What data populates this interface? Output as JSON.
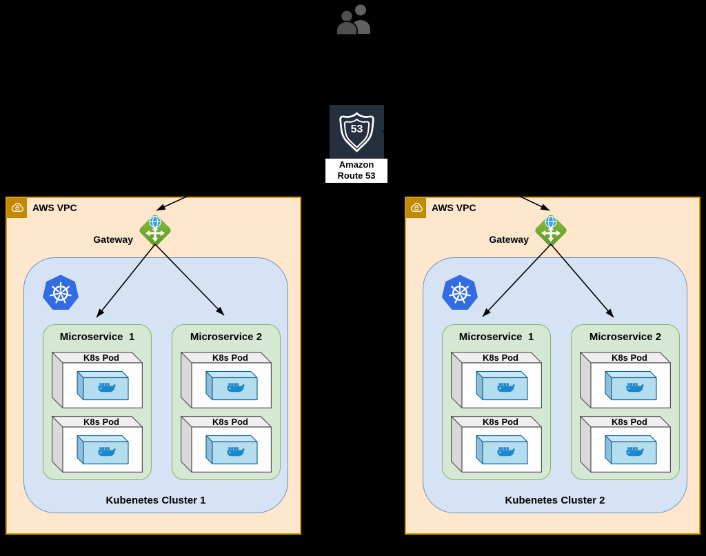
{
  "diagram_title": "",
  "users": {
    "icon": "users-icon"
  },
  "route53": {
    "icon": "route53-shield-icon",
    "shield_number": "53",
    "label_line1": "Amazon",
    "label_line2": "Route 53"
  },
  "vpcs": [
    {
      "label": "AWS VPC",
      "badge_icon": "vpc-cloud-lock-icon",
      "gateway": {
        "icon": "internet-gateway-icon",
        "label": "Gateway"
      },
      "cluster": {
        "icon": "kubernetes-icon",
        "label": "Kubenetes Cluster 1",
        "microservices": [
          {
            "title": "Microservice  1",
            "pods": [
              {
                "label": "K8s Pod",
                "icon": "docker-whale-icon"
              },
              {
                "label": "K8s Pod",
                "icon": "docker-whale-icon"
              }
            ]
          },
          {
            "title": "Microservice 2",
            "pods": [
              {
                "label": "K8s Pod",
                "icon": "docker-whale-icon"
              },
              {
                "label": "K8s Pod",
                "icon": "docker-whale-icon"
              }
            ]
          }
        ]
      }
    },
    {
      "label": "AWS VPC",
      "badge_icon": "vpc-cloud-lock-icon",
      "gateway": {
        "icon": "internet-gateway-icon",
        "label": "Gateway"
      },
      "cluster": {
        "icon": "kubernetes-icon",
        "label": "Kubenetes Cluster 2",
        "microservices": [
          {
            "title": "Microservice  1",
            "pods": [
              {
                "label": "K8s Pod",
                "icon": "docker-whale-icon"
              },
              {
                "label": "K8s Pod",
                "icon": "docker-whale-icon"
              }
            ]
          },
          {
            "title": "Microservice 2",
            "pods": [
              {
                "label": "K8s Pod",
                "icon": "docker-whale-icon"
              },
              {
                "label": "K8s Pod",
                "icon": "docker-whale-icon"
              }
            ]
          }
        ]
      }
    }
  ],
  "colors": {
    "background": "#000000",
    "vpc_fill": "#FFE7CE",
    "vpc_border": "#D79B00",
    "vpc_badge": "#C18A00",
    "cluster_fill": "#D5E3F5",
    "cluster_border": "#6C8EBF",
    "microservice_fill": "#D5E8D4",
    "microservice_border": "#82B366",
    "kubernetes_blue": "#326CE5",
    "gateway_green": "#76A832",
    "route53_bg": "#252F3E",
    "docker_blue": "#1D87C9",
    "pod_stroke": "#555555",
    "container_box_fill": "#B5DDF0",
    "arrow": "#000000",
    "text": "#000000"
  }
}
